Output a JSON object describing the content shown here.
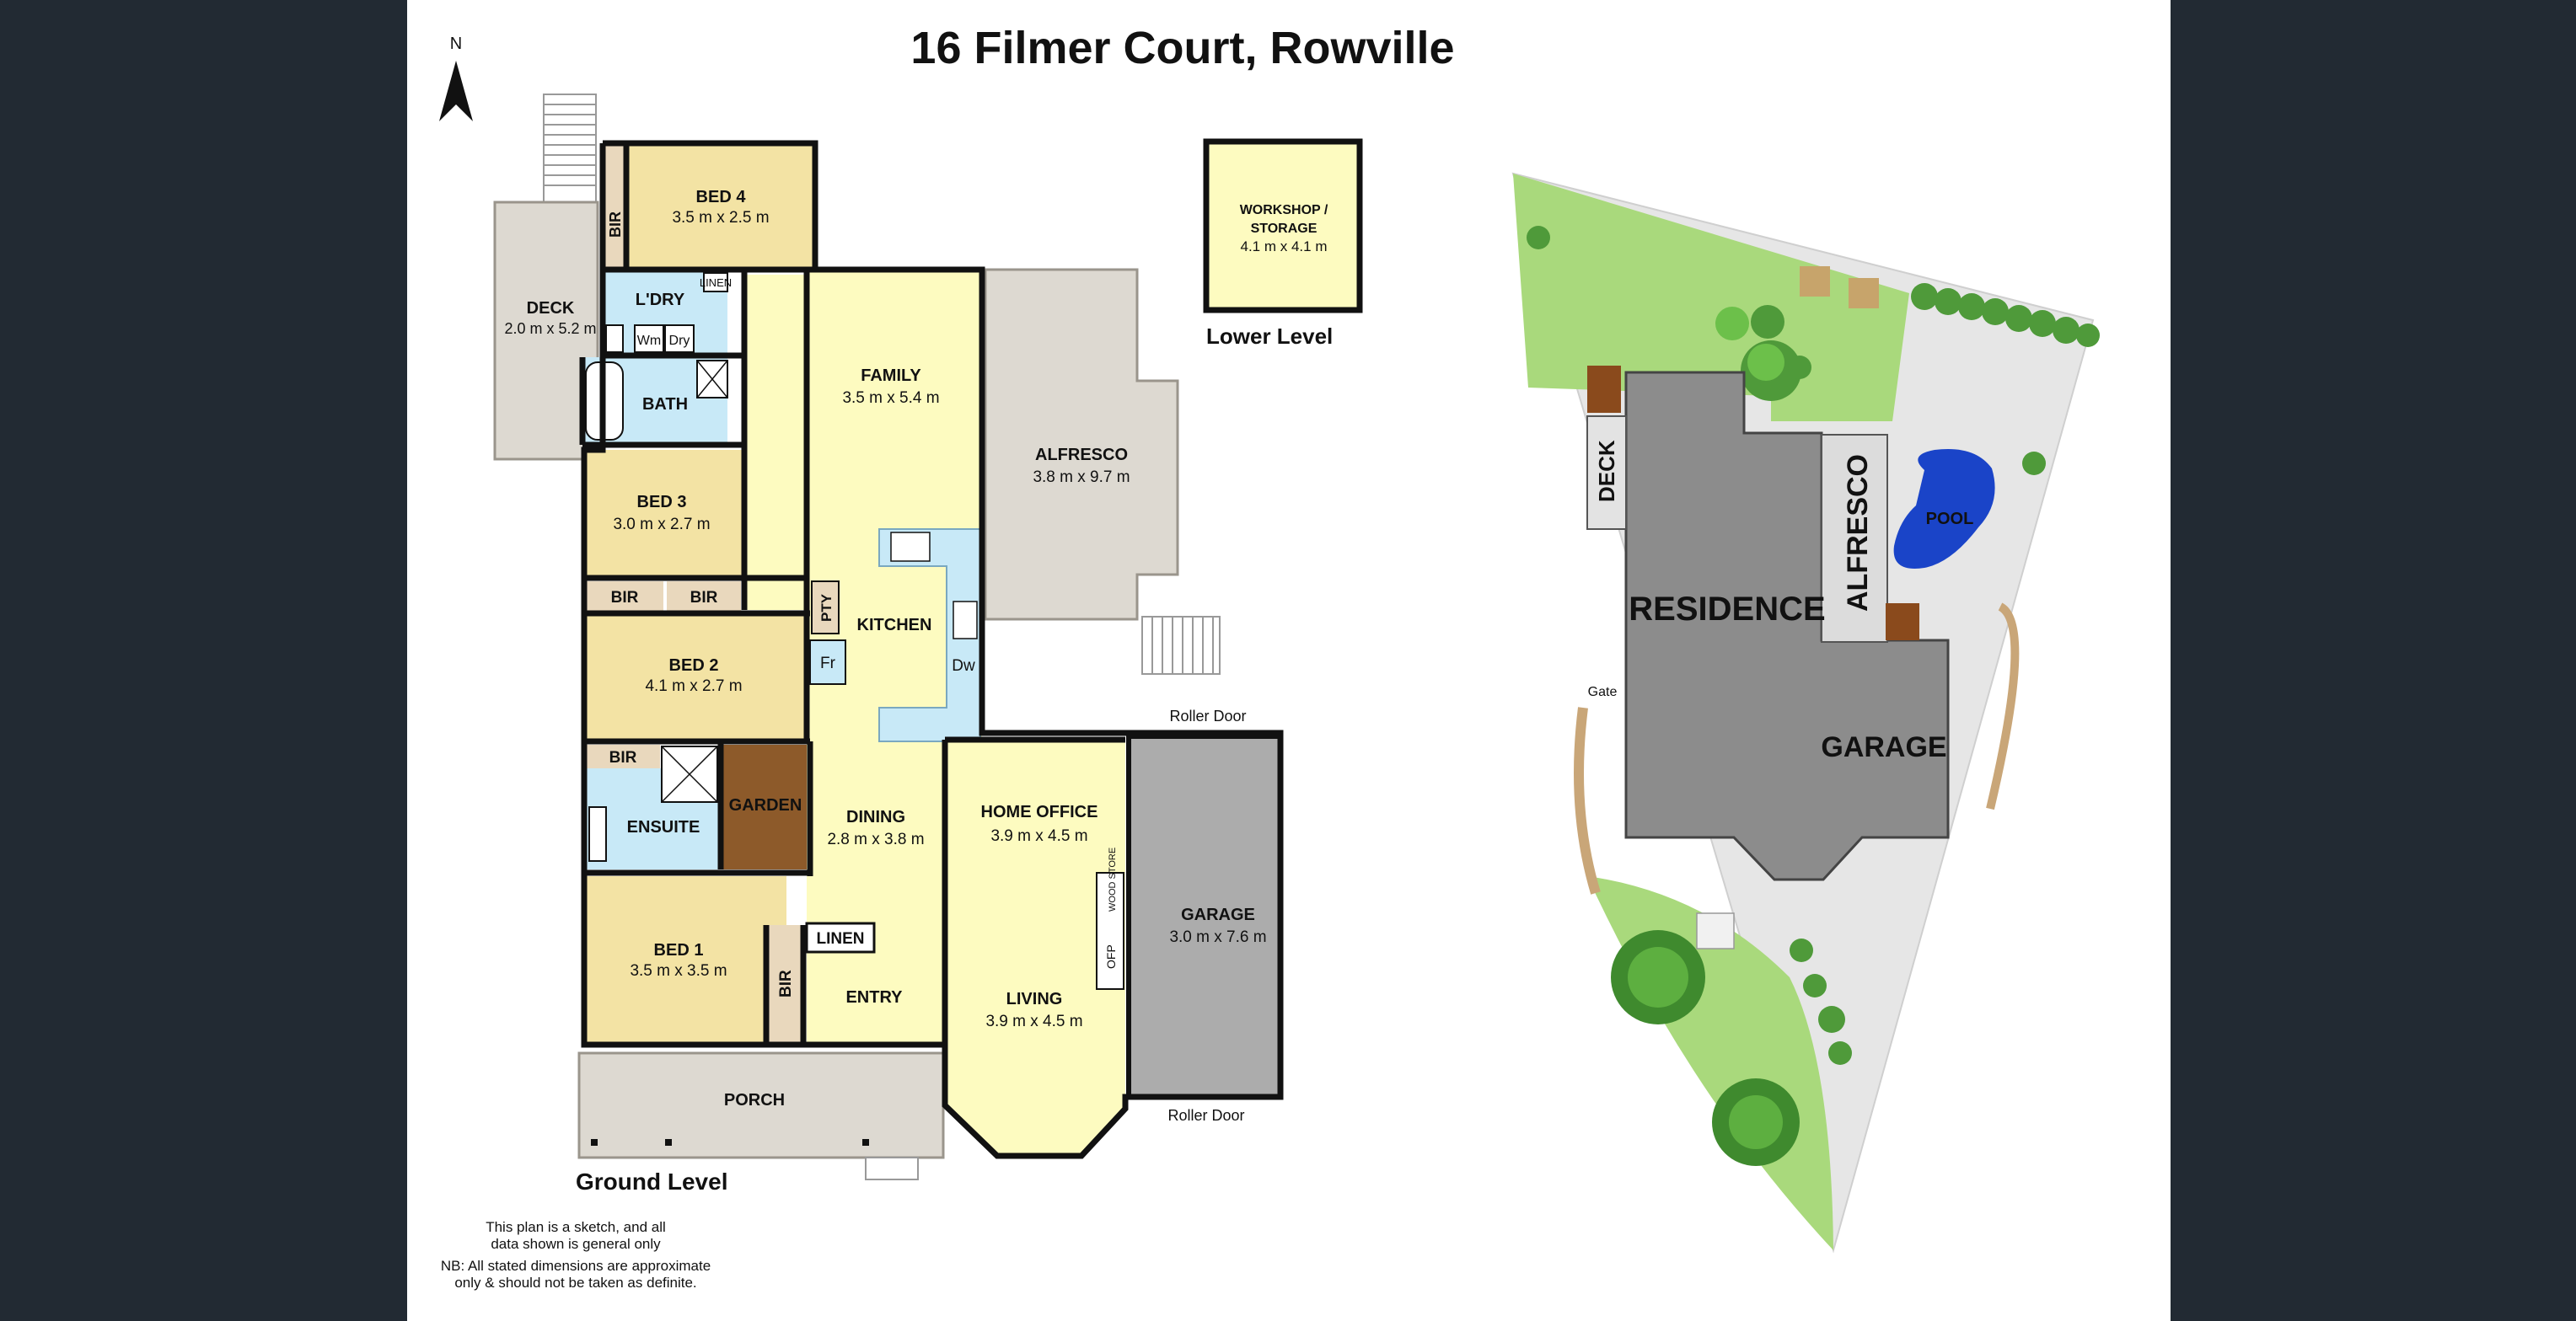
{
  "title": "16 Filmer Court, Rowville",
  "compass": "N",
  "levels": {
    "ground": "Ground Level",
    "lower": "Lower Level"
  },
  "rooms": {
    "bed4": {
      "name": "BED 4",
      "dims": "3.5 m x 2.5 m"
    },
    "bir": "BIR",
    "deck": {
      "name": "DECK",
      "dims": "2.0 m x 5.2 m"
    },
    "ldry": "L'DRY",
    "linen": "LINEN",
    "wm": "Wm",
    "dry": "Dry",
    "bath": "BATH",
    "bed3": {
      "name": "BED 3",
      "dims": "3.0 m x 2.7 m"
    },
    "family": {
      "name": "FAMILY",
      "dims": "3.5 m x 5.4 m"
    },
    "alfresco": {
      "name": "ALFRESCO",
      "dims": "3.8 m x 9.7 m"
    },
    "pty": "PTY",
    "kitchen": "KITCHEN",
    "fr": "Fr",
    "dw": "Dw",
    "bed2": {
      "name": "BED 2",
      "dims": "4.1 m x 2.7 m"
    },
    "ensuite": "ENSUITE",
    "garden": "GARDEN",
    "dining": {
      "name": "DINING",
      "dims": "2.8 m x 3.8 m"
    },
    "home_office": {
      "name": "HOME OFFICE",
      "dims": "3.9 m x 4.5 m"
    },
    "wood_store": "WOOD STORE",
    "ofp": "OFP",
    "garage": {
      "name": "GARAGE",
      "dims": "3.0 m x 7.6 m"
    },
    "bed1": {
      "name": "BED 1",
      "dims": "3.5 m x 3.5 m"
    },
    "entry": "ENTRY",
    "living": {
      "name": "LIVING",
      "dims": "3.9 m x 4.5 m"
    },
    "porch": "PORCH",
    "workshop": {
      "line1": "WORKSHOP /",
      "line2": "STORAGE",
      "dims": "4.1 m x 4.1 m"
    }
  },
  "roller_door": "Roller Door",
  "site": {
    "residence": "RESIDENCE",
    "garage": "GARAGE",
    "alfresco": "ALFRESCO",
    "deck": "DECK",
    "pool": "POOL",
    "gate": "Gate"
  },
  "disclaimer": {
    "line1": "This plan is a sketch, and all",
    "line2": "data shown is general only",
    "line3": "NB: All stated dimensions are approximate",
    "line4": "only & should not be taken as definite."
  },
  "colors": {
    "background": "#222a33",
    "page": "#ffffff",
    "living_yellow": "#fdfbc0",
    "bedroom_tan": "#f3e3a4",
    "wet_blue": "#c8e9f7",
    "storage_beige": "#e9d8bd",
    "deck_grey": "#ddd9d1",
    "garage_grey": "#acacac",
    "garden_brown": "#8d5a2a",
    "wall": "#111111",
    "lawn_green": "#a9d97c",
    "building_grey": "#8c8c8c",
    "pool_blue": "#1a44c8"
  }
}
